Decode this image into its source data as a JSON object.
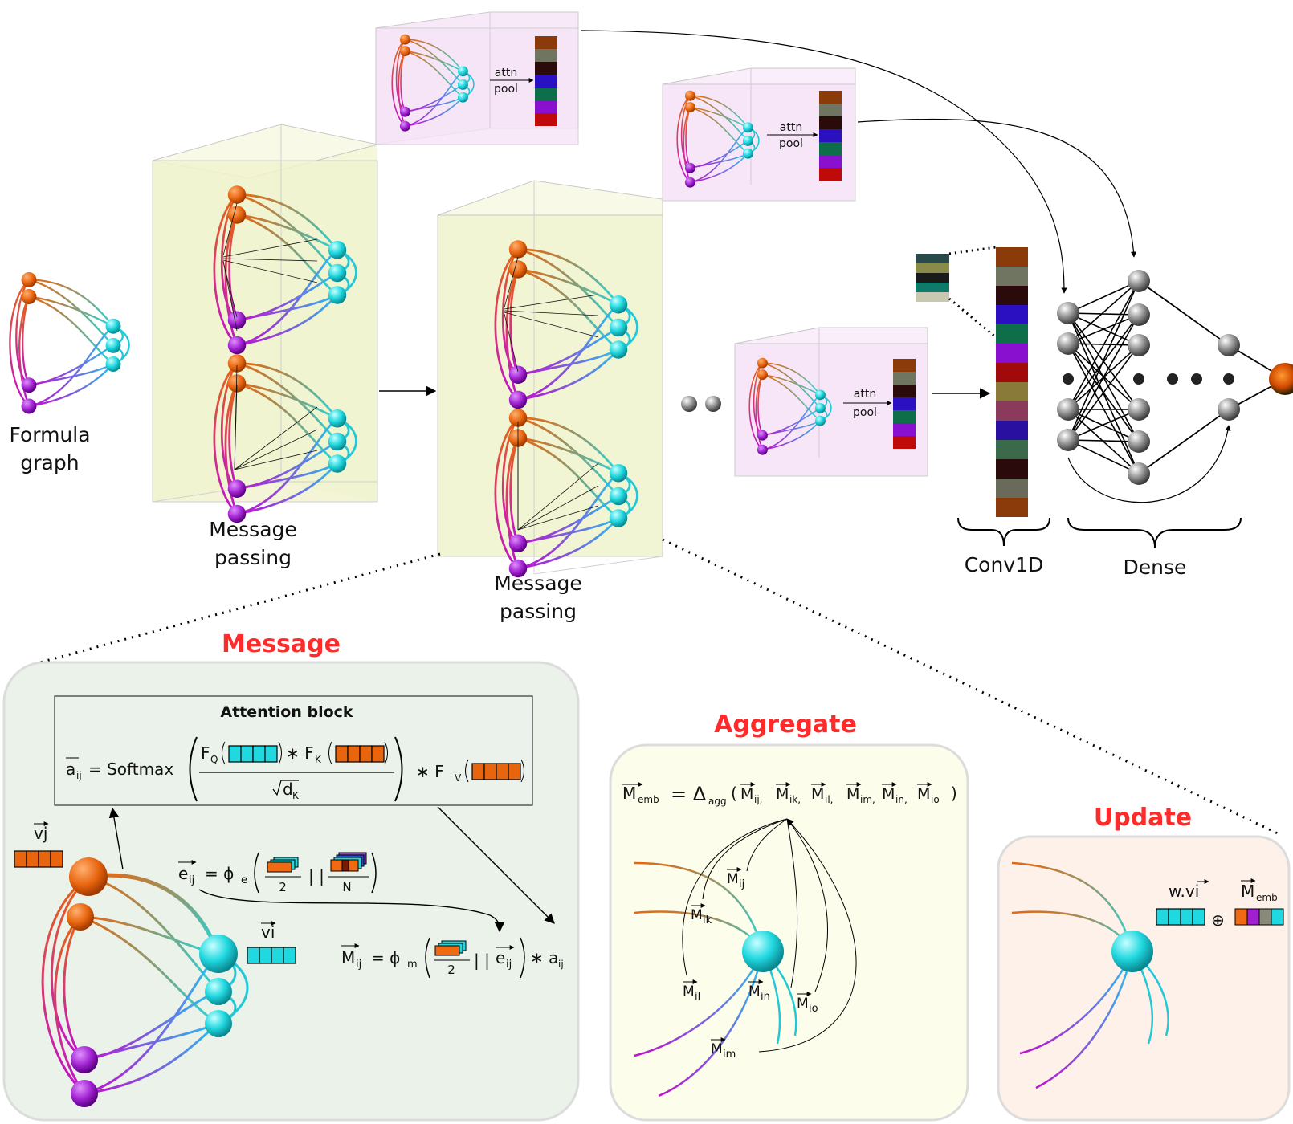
{
  "labels": {
    "formula_graph": [
      "Formula",
      "graph"
    ],
    "message_passing_1": [
      "Message",
      "passing"
    ],
    "message_passing_2": [
      "Message",
      "passing"
    ],
    "attn_pool": [
      "attn",
      "pool"
    ],
    "conv1d": "Conv1D",
    "dense": "Dense"
  },
  "panels": {
    "message": {
      "title": "Message",
      "attention_block_title": "Attention block",
      "a_ij_lhs": "a",
      "a_ij_sub": "ij",
      "softmax": "= Softmax",
      "fq": "F",
      "fq_sub": "Q",
      "fk": "∗ F",
      "fk_sub": "K",
      "dk": "d",
      "dk_sub": "K",
      "fv": "∗  F",
      "fv_sub": "V",
      "vj": "vj",
      "vi": "vi",
      "e_ij_lhs": "e",
      "e_ij_sub": "ij",
      "phi_e": "= ϕ",
      "phi_e_sub": "e",
      "two": "2",
      "n": "N",
      "m_ij_lhs": "M",
      "m_ij_sub": "ij",
      "phi_m": "= ϕ",
      "phi_m_sub": "m",
      "times_a": "∗ a",
      "times_a_sub": "ij"
    },
    "aggregate": {
      "title": "Aggregate",
      "formula_lhs": "M",
      "formula_lhs_sub": "emb",
      "formula_rhs": "= Δ",
      "formula_rhs_sub": "agg",
      "args": [
        "ij",
        "ik",
        "il",
        "im",
        "in",
        "io"
      ],
      "messages": [
        "Mij",
        "Mik",
        "Mil",
        "Min",
        "Mio",
        "Mim"
      ]
    },
    "update": {
      "title": "Update",
      "w_vi": "w.vi",
      "m_emb": "M",
      "m_emb_sub": "emb",
      "oplus": "⊕"
    }
  },
  "colors": {
    "orange_node": "#e8650f",
    "purple_node": "#a020d0",
    "cyan_node": "#20d8e0",
    "message_panel": "#eaf2ea",
    "aggregate_panel": "#fdfdec",
    "update_panel": "#fdf1ea",
    "mp_box": "#f3f6d6",
    "pool_box": "#f7e8f8",
    "title_red": "#ff2a2a"
  },
  "embedding_colors": [
    "#8b3a0a",
    "#6f7560",
    "#2a0a0a",
    "#2a10c0",
    "#0e6e4a",
    "#8a10d0",
    "#c00a0a"
  ],
  "conv_colors": [
    "#8b3a0a",
    "#6f7560",
    "#2a0a0a",
    "#2a10c0",
    "#0e6e4a",
    "#8a10d0",
    "#a00a0a",
    "#8a7a3a",
    "#8a3a5a",
    "#2a10a0",
    "#3a6a4a",
    "#2a0a0a",
    "#6a6a5a",
    "#8b3a0a"
  ],
  "conv_patch_colors": [
    "#2a4a4a",
    "#8a8a4a",
    "#1a1a1a",
    "#0e7a6a",
    "#c8c8b0"
  ]
}
